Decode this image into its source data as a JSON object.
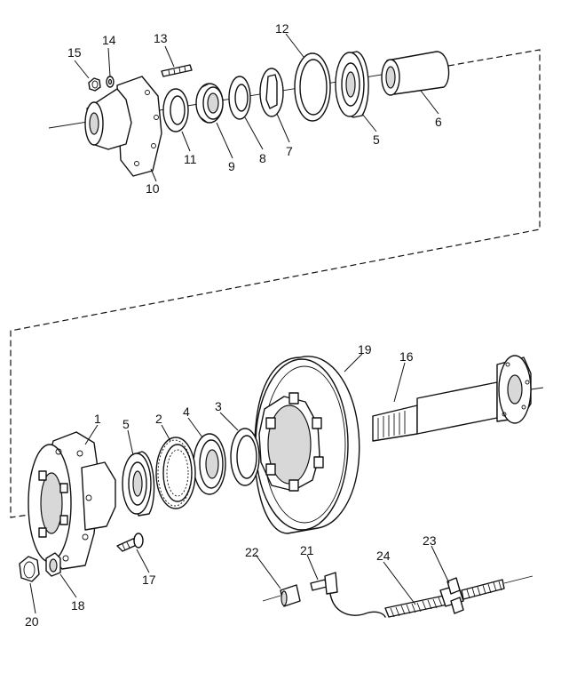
{
  "callouts": {
    "c1": "1",
    "c2": "2",
    "c3": "3",
    "c4": "4",
    "c5a": "5",
    "c5b": "5",
    "c6": "6",
    "c7": "7",
    "c8": "8",
    "c9": "9",
    "c10": "10",
    "c11": "11",
    "c12": "12",
    "c13": "13",
    "c14": "14",
    "c15": "15",
    "c16": "16",
    "c17": "17",
    "c18": "18",
    "c19": "19",
    "c20": "20",
    "c21": "21",
    "c22": "22",
    "c23": "23",
    "c24": "24"
  }
}
